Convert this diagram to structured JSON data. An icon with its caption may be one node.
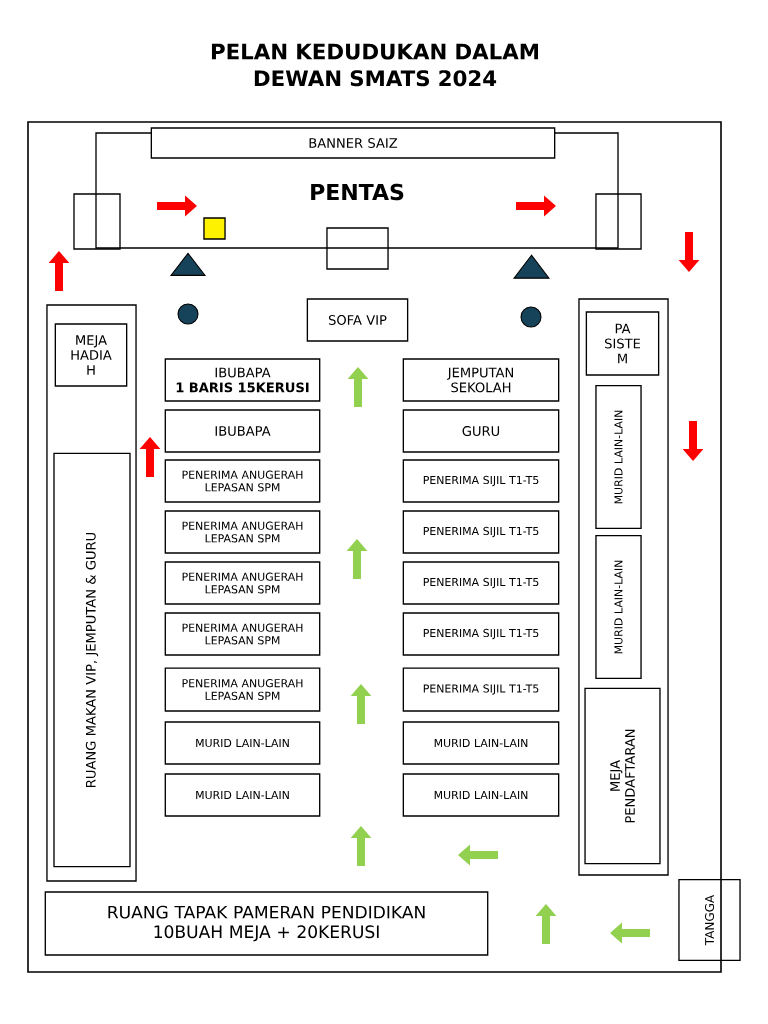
{
  "diagram": {
    "title": "PELAN KEDUDUKAN DALAM DEWAN SMATS 2024",
    "nodes": [
      {
        "text": [
          "BANNER SAIZ"
        ]
      },
      {
        "text": [
          "PENTAS"
        ]
      },
      {
        "text": [],
        "shape": "box"
      },
      {
        "text": [],
        "shape": "box"
      },
      {
        "text": [],
        "shape": "box"
      },
      {
        "text": [],
        "shape": "box",
        "in": 1
      },
      {
        "text": [],
        "shape": "triangle"
      },
      {
        "text": [],
        "shape": "triangle"
      },
      {
        "text": [],
        "shape": "circle"
      },
      {
        "text": [],
        "shape": "circle"
      },
      {
        "text": [
          "SOFA VIP"
        ]
      },
      {
        "text": [],
        "shape": "box"
      },
      {
        "text": [
          "MEJA HADIA H"
        ],
        "in": 11
      },
      {
        "text": [
          "RUANG MAKAN VIP, JEMPUTAN & GURU"
        ],
        "in": 11
      },
      {
        "text": [],
        "shape": "box"
      },
      {
        "text": [
          "PA SISTE M"
        ],
        "in": 14
      },
      {
        "text": [
          "MURID LAIN-LAIN"
        ],
        "in": 14
      },
      {
        "text": [
          "MURID LAIN-LAIN"
        ],
        "in": 14
      },
      {
        "text": [
          "MEJA PENDAFTARAN"
        ],
        "in": 14
      },
      {
        "text": [
          "IBUBAPA",
          "1 BARIS 15KERUSI"
        ]
      },
      {
        "text": [
          "JEMPUTAN SEKOLAH"
        ]
      },
      {
        "text": [
          "IBUBAPA"
        ]
      },
      {
        "text": [
          "GURU"
        ]
      },
      {
        "text": [
          "PENERIMA ANUGERAH LEPASAN SPM"
        ]
      },
      {
        "text": [
          "PENERIMA SIJIL T1-T5"
        ]
      },
      {
        "text": [
          "PENERIMA ANUGERAH LEPASAN SPM"
        ]
      },
      {
        "text": [
          "PENERIMA SIJIL T1-T5"
        ]
      },
      {
        "text": [
          "PENERIMA ANUGERAH LEPASAN SPM"
        ]
      },
      {
        "text": [
          "PENERIMA SIJIL T1-T5"
        ]
      },
      {
        "text": [
          "PENERIMA ANUGERAH LEPASAN SPM"
        ]
      },
      {
        "text": [
          "PENERIMA SIJIL T1-T5"
        ]
      },
      {
        "text": [
          "PENERIMA ANUGERAH LEPASAN SPM"
        ]
      },
      {
        "text": [
          "PENERIMA SIJIL T1-T5"
        ]
      },
      {
        "text": [
          "MURID LAIN-LAIN"
        ]
      },
      {
        "text": [
          "MURID LAIN-LAIN"
        ]
      },
      {
        "text": [
          "MURID LAIN-LAIN"
        ]
      },
      {
        "text": [
          "MURID LAIN-LAIN"
        ]
      },
      {
        "text": [
          "RUANG TAPAK PAMERAN PENDIDIKAN 10BUAH MEJA + 20KERUSI"
        ]
      },
      {
        "text": [
          "TANGGA"
        ]
      }
    ]
  }
}
